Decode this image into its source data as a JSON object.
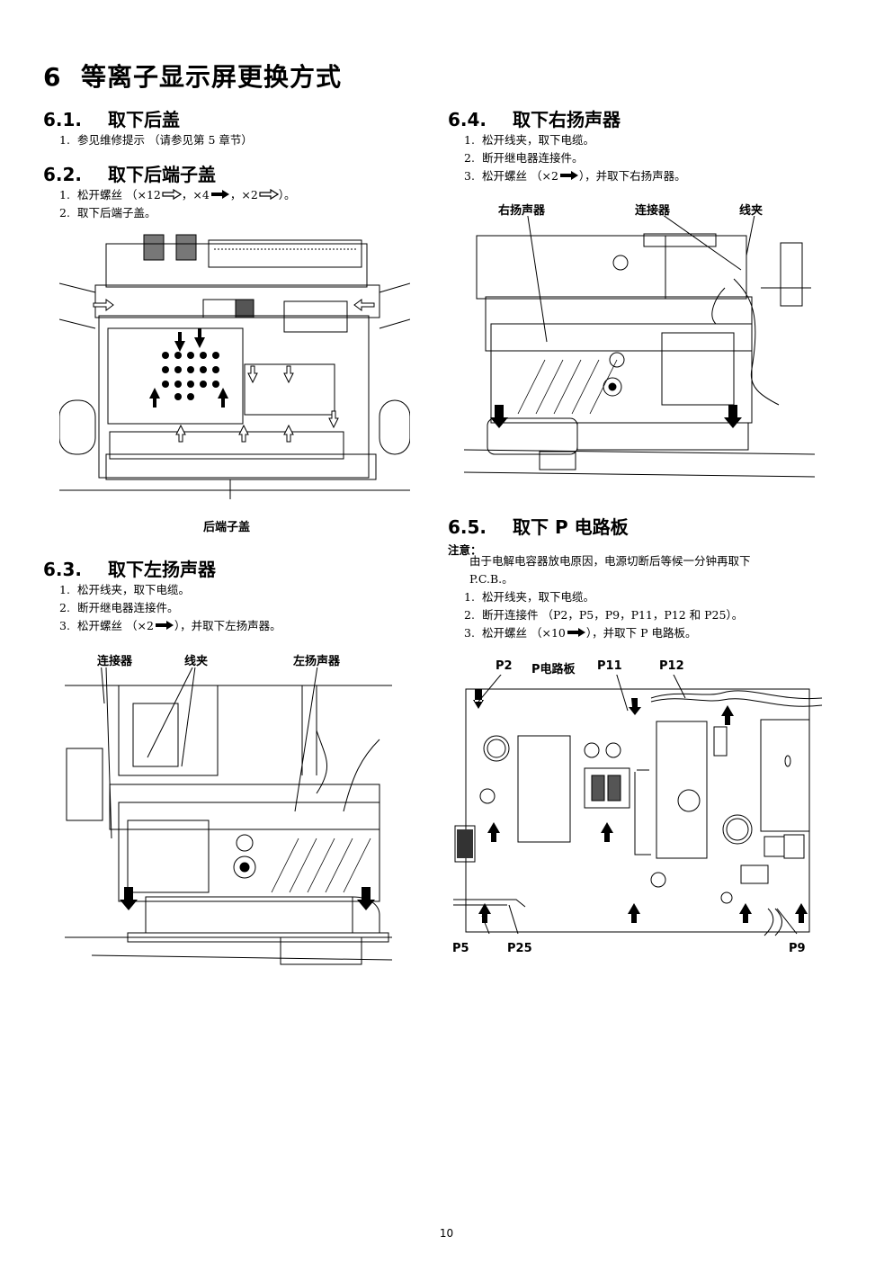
{
  "chapter": {
    "number": "6",
    "title": "等离子显示屏更换方式"
  },
  "s61": {
    "number": "6.1.",
    "title": "取下后盖",
    "steps": [
      "1.",
      "参见维修提示 （请参见第 5 章节）"
    ]
  },
  "s62": {
    "number": "6.2.",
    "title": "取下后端子盖",
    "step1": {
      "n": "1.",
      "pre": "松开螺丝 （",
      "a": "×12",
      "sep1": "，",
      "b": "×4",
      "sep2": "，",
      "c": "×2",
      "post": "）。"
    },
    "step2": {
      "n": "2.",
      "text": "取下后端子盖。"
    },
    "fig_label": "后端子盖"
  },
  "s63": {
    "number": "6.3.",
    "title": "取下左扬声器",
    "step1": {
      "n": "1.",
      "text": "松开线夹，取下电缆。"
    },
    "step2": {
      "n": "2.",
      "text": "断开继电器连接件。"
    },
    "step3": {
      "n": "3.",
      "pre": "松开螺丝 （",
      "a": "×2",
      "post": "），并取下左扬声器。"
    },
    "fig_labels": {
      "connector": "连接器",
      "clamp": "线夹",
      "speaker": "左扬声器"
    }
  },
  "s64": {
    "number": "6.4.",
    "title": "取下右扬声器",
    "step1": {
      "n": "1.",
      "text": "松开线夹，取下电缆。"
    },
    "step2": {
      "n": "2.",
      "text": "断开继电器连接件。"
    },
    "step3": {
      "n": "3.",
      "pre": "松开螺丝 （",
      "a": "×2",
      "post": "），并取下右扬声器。"
    },
    "fig_labels": {
      "speaker": "右扬声器",
      "connector": "连接器",
      "clamp": "线夹"
    }
  },
  "s65": {
    "number": "6.5.",
    "title": "取下 P 电路板",
    "note_label": "注意：",
    "note_line1": "由于电解电容器放电原因，电源切断后等候一分钟再取下",
    "note_line2": "P.C.B.。",
    "step1": {
      "n": "1.",
      "text": "松开线夹，取下电缆。"
    },
    "step2": {
      "n": "2.",
      "text": "断开连接件 （P2，P5，P9，P11，P12 和 P25）。"
    },
    "step3": {
      "n": "3.",
      "pre": "松开螺丝 （",
      "a": "×10",
      "post": "），并取下 P 电路板。"
    },
    "fig_labels": {
      "p2": "P2",
      "pboard": "P电路板",
      "p11": "P11",
      "p12": "P12",
      "p5": "P5",
      "p25": "P25",
      "p9": "P9"
    }
  },
  "page_number": "10",
  "icons": {
    "outline_arrow": "outline-right-arrow-icon",
    "solid_arrow": "solid-right-arrow-icon"
  }
}
